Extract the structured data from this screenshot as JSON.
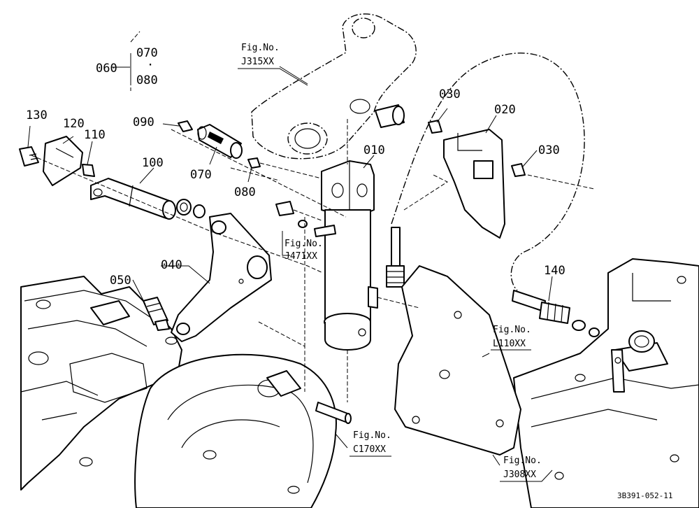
{
  "labels": {
    "p010": "010",
    "p020": "020",
    "p030a": "030",
    "p030b": "030",
    "p040": "040",
    "p050": "050",
    "p060": "060",
    "p070a": "070",
    "p070b": "070",
    "p080a": "080",
    "p080b": "080",
    "p090": "090",
    "p100": "100",
    "p110": "110",
    "p120": "120",
    "p130": "130",
    "p140": "140"
  },
  "refs": {
    "j315_line1": "Fig.No.",
    "j315_line2": "J315XX",
    "j471_line1": "Fig.No.",
    "j471_line2": "J471XX",
    "l110_line1": "Fig.No.",
    "l110_line2": "L110XX",
    "c170_line1": "Fig.No.",
    "c170_line2": "C170XX",
    "j308_line1": "Fig.No.",
    "j308_line2": "J308XX"
  },
  "drawing_code": "3B391-052-11"
}
